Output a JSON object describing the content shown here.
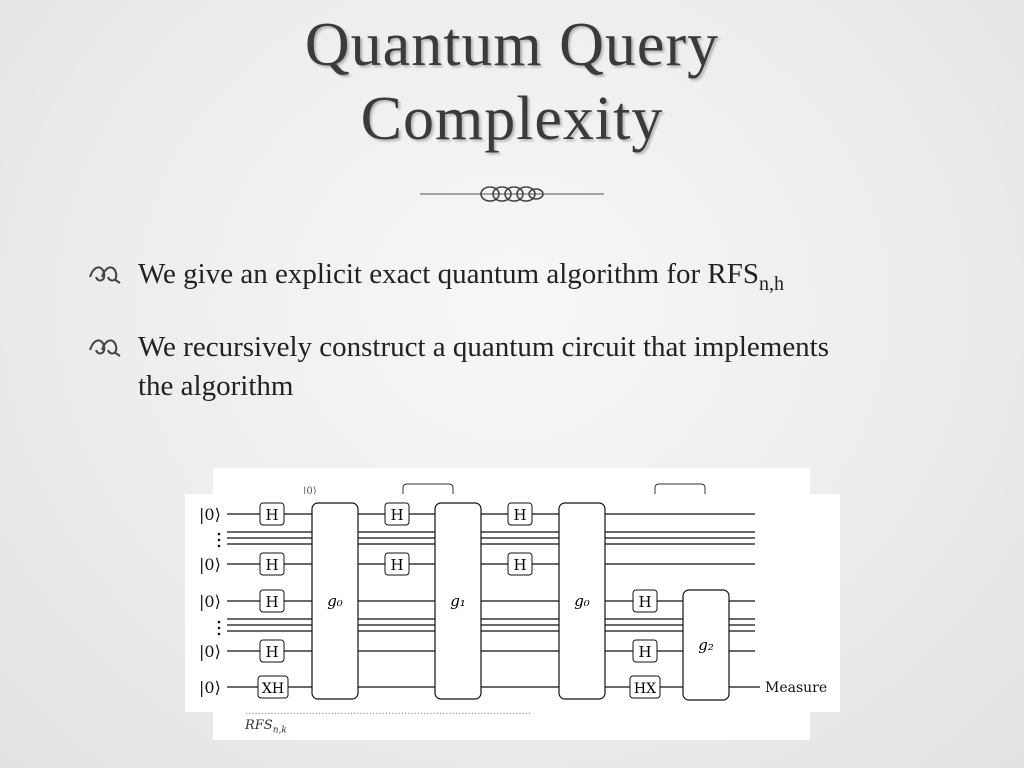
{
  "slide": {
    "title_line1": "Quantum Query",
    "title_line2": "Complexity"
  },
  "bullets": [
    {
      "text": "We give an explicit exact quantum algorithm for RFS",
      "sub": "n,h"
    },
    {
      "text": "We recursively construct a quantum circuit that implements the algorithm",
      "sub": ""
    }
  ],
  "figure": {
    "ket": "|0⟩",
    "gate_h": "H",
    "gate_xh": "XH",
    "gate_hx": "HX",
    "g0": "g₀",
    "g1": "g₁",
    "g2": "g₂",
    "measure": "Measure",
    "caption_rfs": "RFS",
    "caption_rfs_sub": "n,k"
  },
  "icons": {
    "bullet": "double-loop-bullet-icon",
    "ornament": "scroll-ornament-icon"
  },
  "colors": {
    "background": "#ececec",
    "title": "#3b3b3b",
    "text": "#222222"
  }
}
